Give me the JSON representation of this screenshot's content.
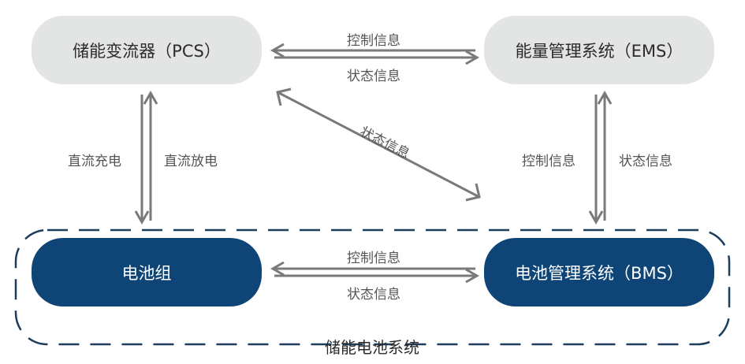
{
  "nodes": {
    "pcs": "储能变流器（PCS）",
    "ems": "能量管理系统（EMS）",
    "battery": "电池组",
    "bms": "电池管理系统（BMS）"
  },
  "edges": {
    "pcs_ems_control": "控制信息",
    "pcs_ems_status": "状态信息",
    "pcs_bms_status": "状态信息",
    "pcs_battery_charge": "直流充电",
    "pcs_battery_discharge": "直流放电",
    "ems_bms_control": "控制信息",
    "ems_bms_status": "状态信息",
    "battery_bms_control": "控制信息",
    "battery_bms_status": "状态信息"
  },
  "group": {
    "title": "储能电池系统"
  },
  "colors": {
    "gray_node": "#e3e4e4",
    "blue_node": "#0f4576",
    "arrow": "#7a7a7a",
    "dash": "#1d3d5c"
  }
}
